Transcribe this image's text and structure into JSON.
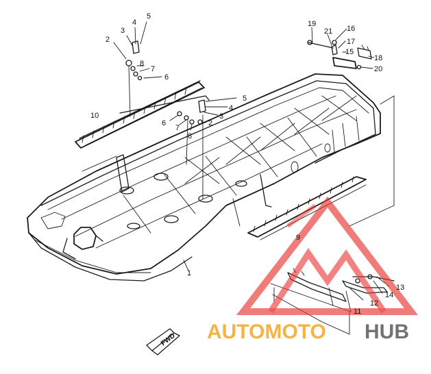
{
  "diagram": {
    "callouts": [
      {
        "id": "c5a",
        "text": "5"
      },
      {
        "id": "c4a",
        "text": "4"
      },
      {
        "id": "c3a",
        "text": "3"
      },
      {
        "id": "c2a",
        "text": "2"
      },
      {
        "id": "c8a",
        "text": "8"
      },
      {
        "id": "c7a",
        "text": "7"
      },
      {
        "id": "c6a",
        "text": "6"
      },
      {
        "id": "c10",
        "text": "10"
      },
      {
        "id": "c5b",
        "text": "5"
      },
      {
        "id": "c4b",
        "text": "4"
      },
      {
        "id": "c3b",
        "text": "3"
      },
      {
        "id": "c2b",
        "text": "2"
      },
      {
        "id": "c6b",
        "text": "6"
      },
      {
        "id": "c7b",
        "text": "7"
      },
      {
        "id": "c8b",
        "text": "8"
      },
      {
        "id": "c19",
        "text": "19"
      },
      {
        "id": "c21",
        "text": "21"
      },
      {
        "id": "c16",
        "text": "16"
      },
      {
        "id": "c17",
        "text": "17"
      },
      {
        "id": "c15",
        "text": "15"
      },
      {
        "id": "c18",
        "text": "18"
      },
      {
        "id": "c20",
        "text": "20"
      },
      {
        "id": "c1",
        "text": "1"
      },
      {
        "id": "c9",
        "text": "9"
      },
      {
        "id": "c13",
        "text": "13"
      },
      {
        "id": "c14",
        "text": "14"
      },
      {
        "id": "c12",
        "text": "12"
      },
      {
        "id": "c11",
        "text": "11"
      }
    ],
    "front_marker": "FWD",
    "watermark": {
      "part1": "AUTOMOTO",
      "part2": "HUB",
      "color_orange": "#f5a623",
      "color_gray": "#5a5a5a",
      "logo_color": "#e8312f"
    }
  }
}
